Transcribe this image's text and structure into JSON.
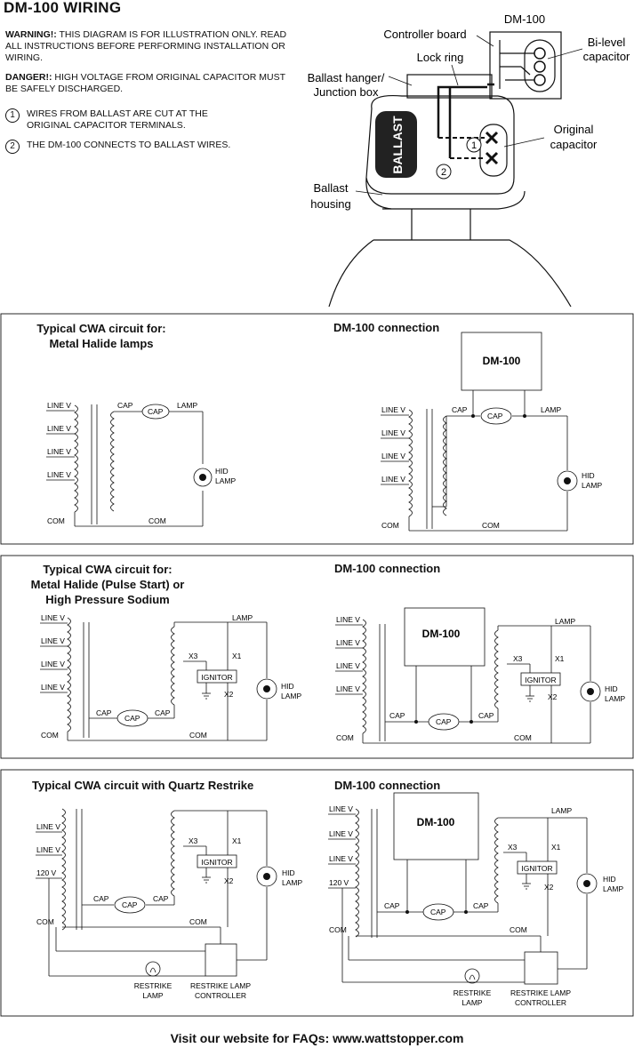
{
  "title": "DM-100 WIRING",
  "warning": {
    "label": "WARNING!:",
    "text": "THIS DIAGRAM IS FOR ILLUSTRATION ONLY. READ ALL INSTRUCTIONS BEFORE PERFORMING INSTALLATION OR WIRING."
  },
  "danger": {
    "label": "DANGER!:",
    "text": "HIGH VOLTAGE FROM ORIGINAL CAPACITOR MUST BE SAFELY DISCHARGED."
  },
  "steps": [
    {
      "num": "1",
      "text": "WIRES FROM BALLAST ARE CUT AT THE ORIGINAL CAPACITOR TERMINALS."
    },
    {
      "num": "2",
      "text": "THE DM-100 CONNECTS TO BALLAST WIRES."
    }
  ],
  "illustration": {
    "dm100": "DM-100",
    "controller_board": "Controller board",
    "bilevel_line1": "Bi-level",
    "bilevel_line2": "capacitor",
    "lock_ring": "Lock ring",
    "hanger_line1": "Ballast hanger/",
    "hanger_line2": "Junction box",
    "original_line1": "Original",
    "original_line2": "capacitor",
    "ballast": "BALLAST",
    "housing_line1": "Ballast",
    "housing_line2": "housing",
    "marker1": "1",
    "marker2": "2"
  },
  "panels": [
    {
      "left_title": [
        "Typical CWA circuit for:",
        "Metal Halide lamps"
      ],
      "right_title": "DM-100 connection"
    },
    {
      "left_title": [
        "Typical CWA circuit for:",
        "Metal Halide (Pulse Start) or",
        "High Pressure Sodium"
      ],
      "right_title": "DM-100 connection"
    },
    {
      "left_title": [
        "Typical CWA circuit with Quartz Restrike"
      ],
      "right_title": "DM-100 connection"
    }
  ],
  "labels": {
    "line_v": "LINE V",
    "v120": "120 V",
    "cap": "CAP",
    "lamp": "LAMP",
    "com": "COM",
    "hid": "HID",
    "hid_lamp": "LAMP",
    "dm100": "DM-100",
    "x1": "X1",
    "x2": "X2",
    "x3": "X3",
    "ignitor": "IGNITOR",
    "restrike_lamp_1": "RESTRIKE",
    "restrike_lamp_2": "LAMP",
    "restrike_ctrl_1": "RESTRIKE LAMP",
    "restrike_ctrl_2": "CONTROLLER"
  },
  "footer": "Visit our website for FAQs: www.wattstopper.com"
}
